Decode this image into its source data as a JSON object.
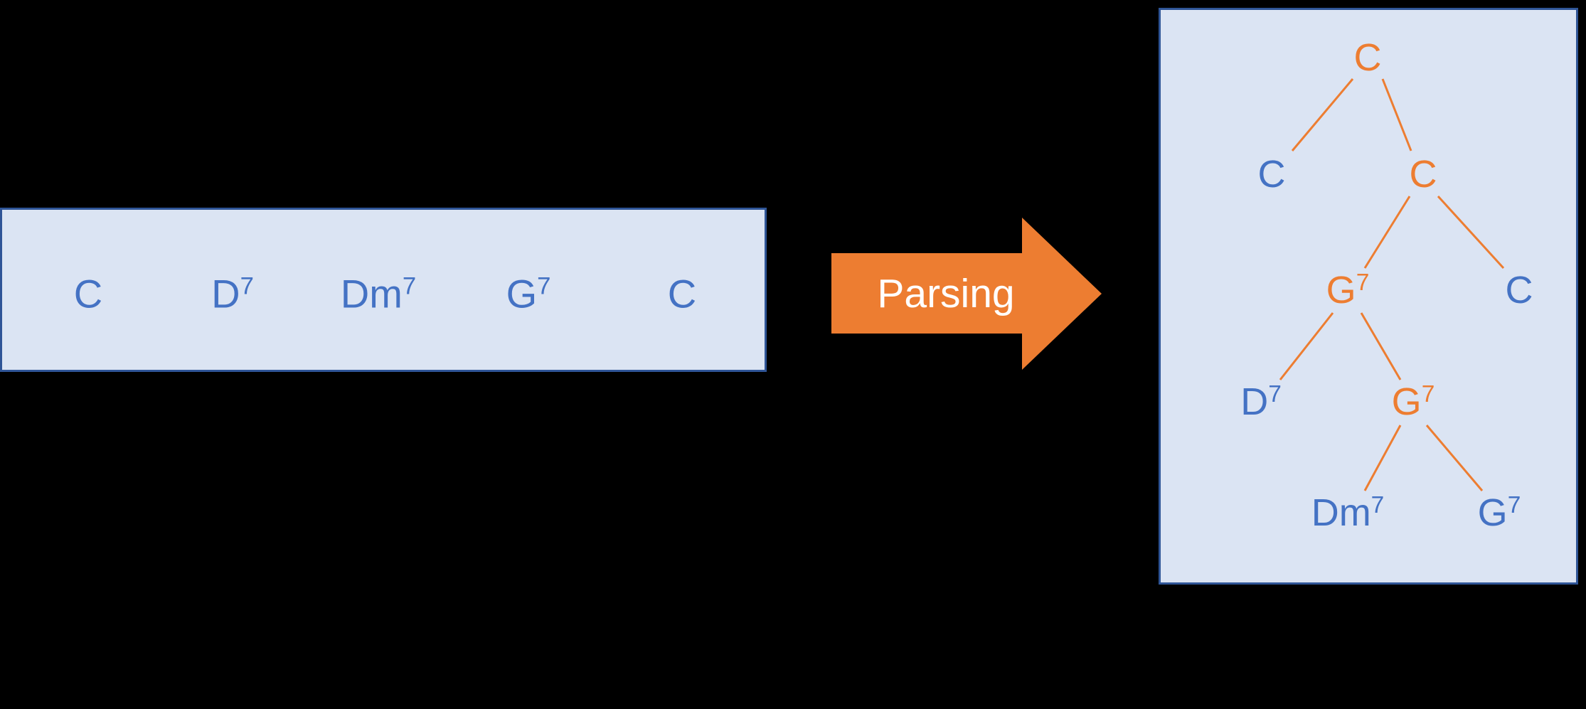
{
  "colors": {
    "background": "#000000",
    "box_fill": "#dbe4f3",
    "box_border": "#2f5597",
    "chord_blue": "#4472c4",
    "accent_orange": "#ed7d31",
    "arrow_label_color": "#ffffff"
  },
  "sequence_box": {
    "chords": [
      {
        "base": "C",
        "sup": ""
      },
      {
        "base": "D",
        "sup": "7"
      },
      {
        "base": "Dm",
        "sup": "7"
      },
      {
        "base": "G",
        "sup": "7"
      },
      {
        "base": "C",
        "sup": ""
      }
    ]
  },
  "arrow": {
    "label": "Parsing"
  },
  "tree_box": {
    "nodes": [
      {
        "base": "C",
        "sup": "",
        "role": "root",
        "color": "orange"
      },
      {
        "base": "C",
        "sup": "",
        "role": "leaf",
        "color": "blue"
      },
      {
        "base": "C",
        "sup": "",
        "role": "internal",
        "color": "orange"
      },
      {
        "base": "G",
        "sup": "7",
        "role": "internal",
        "color": "orange"
      },
      {
        "base": "C",
        "sup": "",
        "role": "leaf",
        "color": "blue"
      },
      {
        "base": "D",
        "sup": "7",
        "role": "leaf",
        "color": "blue"
      },
      {
        "base": "G",
        "sup": "7",
        "role": "internal",
        "color": "orange"
      },
      {
        "base": "Dm",
        "sup": "7",
        "role": "leaf",
        "color": "blue"
      },
      {
        "base": "G",
        "sup": "7",
        "role": "leaf",
        "color": "blue"
      }
    ]
  }
}
